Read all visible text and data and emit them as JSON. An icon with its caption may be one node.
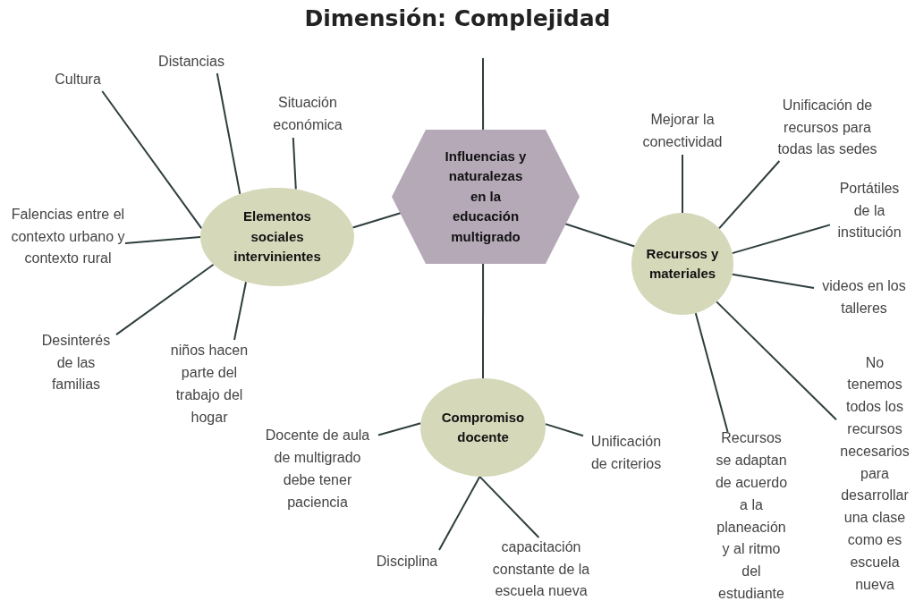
{
  "diagram": {
    "title": "Dimensión: Complejidad",
    "nodes": [
      {
        "text": [
          "Influencias y naturalezas en la educación multigrado"
        ]
      },
      {
        "text": [
          "Elementos sociales intervinientes"
        ]
      },
      {
        "text": [
          "Recursos y materiales"
        ]
      },
      {
        "text": [
          "Compromiso docente"
        ]
      },
      {
        "text": [
          "Cultura"
        ]
      },
      {
        "text": [
          "Distancias"
        ]
      },
      {
        "text": [
          "Situación económica"
        ]
      },
      {
        "text": [
          "Falencias entre el contexto urbano y contexto rural"
        ]
      },
      {
        "text": [
          "Desinterés de las familias"
        ]
      },
      {
        "text": [
          "niños hacen parte del trabajo del hogar"
        ]
      },
      {
        "text": [
          "Mejorar la conectividad"
        ]
      },
      {
        "text": [
          "Unificación de recursos para todas las sedes"
        ]
      },
      {
        "text": [
          "Portátiles de la institución"
        ]
      },
      {
        "text": [
          "videos en los talleres"
        ]
      },
      {
        "text": [
          "Recursos se adaptan de acuerdo a la planeación y al ritmo del estudiante"
        ]
      },
      {
        "text": [
          "No tenemos todos los recursos necesarios para desarrollar una clase como es escuela nueva"
        ]
      },
      {
        "text": [
          "Docente de aula de multigrado debe tener paciencia"
        ]
      },
      {
        "text": [
          "Unificación de criterios"
        ]
      },
      {
        "text": [
          "Disciplina"
        ]
      },
      {
        "text": [
          "capacitación constante de la escuela nueva"
        ]
      }
    ],
    "edges": [
      {
        "from": 0,
        "to": null,
        "arrow": "none"
      },
      {
        "from": 0,
        "to": 1,
        "arrow": "none"
      },
      {
        "from": 0,
        "to": 2,
        "arrow": "none"
      },
      {
        "from": 0,
        "to": 3,
        "arrow": "none"
      },
      {
        "from": 1,
        "to": 4,
        "arrow": "none"
      },
      {
        "from": 1,
        "to": 5,
        "arrow": "none"
      },
      {
        "from": 1,
        "to": 6,
        "arrow": "none"
      },
      {
        "from": 1,
        "to": 7,
        "arrow": "none"
      },
      {
        "from": 1,
        "to": 8,
        "arrow": "none"
      },
      {
        "from": 1,
        "to": 9,
        "arrow": "none"
      },
      {
        "from": 2,
        "to": 10,
        "arrow": "none"
      },
      {
        "from": 2,
        "to": 11,
        "arrow": "none"
      },
      {
        "from": 2,
        "to": 12,
        "arrow": "none"
      },
      {
        "from": 2,
        "to": 13,
        "arrow": "none"
      },
      {
        "from": 2,
        "to": 14,
        "arrow": "none"
      },
      {
        "from": 2,
        "to": 15,
        "arrow": "none"
      },
      {
        "from": 3,
        "to": 16,
        "arrow": "none"
      },
      {
        "from": 3,
        "to": 17,
        "arrow": "none"
      },
      {
        "from": 3,
        "to": 18,
        "arrow": "none"
      },
      {
        "from": 3,
        "to": 19,
        "arrow": "none"
      }
    ]
  }
}
